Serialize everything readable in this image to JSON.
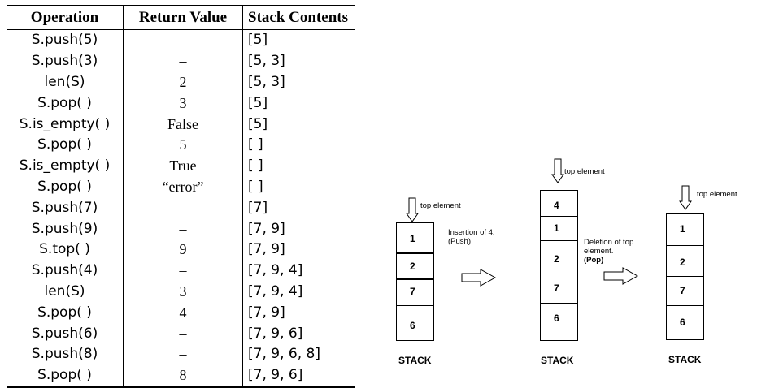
{
  "table": {
    "headers": [
      "Operation",
      "Return Value",
      "Stack Contents"
    ],
    "rows": [
      [
        "S.push(5)",
        "–",
        "[5]"
      ],
      [
        "S.push(3)",
        "–",
        "[5, 3]"
      ],
      [
        "len(S)",
        "2",
        "[5, 3]"
      ],
      [
        "S.pop( )",
        "3",
        "[5]"
      ],
      [
        "S.is_empty( )",
        "False",
        "[5]"
      ],
      [
        "S.pop( )",
        "5",
        "[ ]"
      ],
      [
        "S.is_empty( )",
        "True",
        "[ ]"
      ],
      [
        "S.pop( )",
        "“error”",
        "[ ]"
      ],
      [
        "S.push(7)",
        "–",
        "[7]"
      ],
      [
        "S.push(9)",
        "–",
        "[7, 9]"
      ],
      [
        "S.top( )",
        "9",
        "[7, 9]"
      ],
      [
        "S.push(4)",
        "–",
        "[7, 9, 4]"
      ],
      [
        "len(S)",
        "3",
        "[7, 9, 4]"
      ],
      [
        "S.pop( )",
        "4",
        "[7, 9]"
      ],
      [
        "S.push(6)",
        "–",
        "[7, 9, 6]"
      ],
      [
        "S.push(8)",
        "–",
        "[7, 9, 6, 8]"
      ],
      [
        "S.pop( )",
        "8",
        "[7, 9, 6]"
      ]
    ]
  },
  "diagram": {
    "stacks": [
      {
        "top_label": "top element",
        "cells": [
          "1",
          "2",
          "7",
          "6"
        ],
        "title": "STACK"
      },
      {
        "top_label": "top element",
        "cells": [
          "4",
          "1",
          "2",
          "7",
          "6"
        ],
        "title": "STACK"
      },
      {
        "top_label": "top element",
        "cells": [
          "1",
          "2",
          "7",
          "6"
        ],
        "title": "STACK"
      }
    ],
    "push_note": {
      "line1": "Insertion of 4.",
      "line2": "(Push)"
    },
    "pop_note": {
      "line1": "Deletion of top",
      "line2": "element.",
      "line3": "(Pop)"
    }
  }
}
